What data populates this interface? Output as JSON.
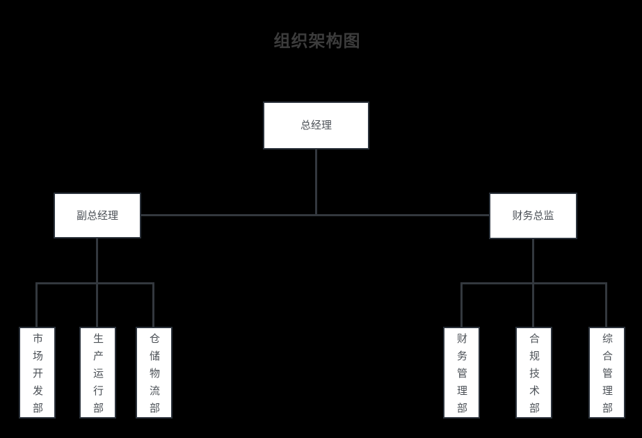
{
  "title": "组织架构图",
  "colors": {
    "background": "#000000",
    "node_fill": "#ffffff",
    "node_border": "#2b323b",
    "connector": "#33383e",
    "title_text": "#3c3c3c",
    "node_text": "#4b5056"
  },
  "chart": {
    "root": {
      "label": "总经理"
    },
    "managers": [
      {
        "label": "副总经理"
      },
      {
        "label": "财务总监"
      }
    ],
    "left_departments": [
      {
        "label": "市场开发部"
      },
      {
        "label": "生产运行部"
      },
      {
        "label": "仓储物流部"
      }
    ],
    "right_departments": [
      {
        "label": "财务管理部"
      },
      {
        "label": "合规技术部"
      },
      {
        "label": "综合管理部"
      }
    ]
  }
}
